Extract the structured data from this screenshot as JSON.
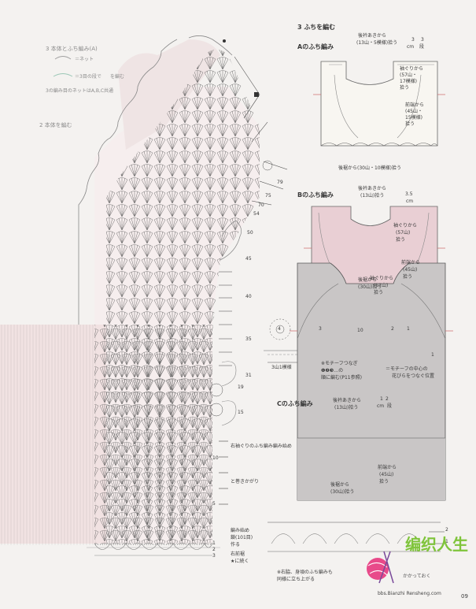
{
  "left_notes": {
    "title": "3 本体とふち編み(A)",
    "legend1": "＝ネット",
    "legend2": "＝3目の段で",
    "legend2b": "を編む",
    "legend3": "3の編み目のネットはA,B,C共通",
    "section": "2 本体を編む"
  },
  "row_numbers": [
    "79",
    "75",
    "70",
    "54",
    "50",
    "45",
    "40",
    "35",
    "31",
    "19",
    "15",
    "10",
    "5",
    "3",
    "2",
    "1"
  ],
  "left_annotations": {
    "armhole_start": "右袖ぐりのふち編み編み始め",
    "gather": "と巻きかがり",
    "start1": "編み始め",
    "start2": "鎖(101目)",
    "start3": "作る",
    "front": "右前裾",
    "front2": "★に続く"
  },
  "right_section": {
    "title": "3 ふちを編む",
    "a": {
      "label": "Aのふち編み",
      "top": "後衿あきから",
      "top2": "(13山・5模様)拾う",
      "rows": "3",
      "rows_unit": "cm",
      "rows_count": "3",
      "rows_count_unit": "段",
      "armhole1": "袖ぐりから",
      "armhole2": "(57山・",
      "armhole3": "17模様)",
      "armhole4": "拾う",
      "front1": "前端から",
      "front2": "(45山・",
      "front3": "15模様)",
      "front4": "拾う",
      "bottom": "後裾から(30山・10模様)拾う"
    },
    "b": {
      "label": "Bのふち編み",
      "top": "後衿あきから",
      "top2": "(13山)拾う",
      "size": "3.5",
      "size_unit": "cm",
      "armhole1": "袖ぐりから",
      "armhole2": "(57山)",
      "armhole3": "拾う",
      "front1": "前端から",
      "front2": "(45山)",
      "front3": "拾う",
      "bottom1": "後裾から",
      "bottom2": "(30山)拾う",
      "motif_label": "3山1模様",
      "motif_note1": "※モチーフつなぎ",
      "motif_note2": "❶❷❸…の",
      "motif_note3": "順に編む(P11参照)",
      "center_note1": "＝モチーフの中心の",
      "center_note2": "花びらをつなぐ位置",
      "motif_numbers": [
        "4",
        "3",
        "2",
        "1",
        "10"
      ],
      "row_marker": "1"
    },
    "c": {
      "label": "Cのふち編み",
      "top1": "後衿あきから",
      "top2": "(13山)拾う",
      "size": "1",
      "size2": "2",
      "size_unit": "cm",
      "size_unit2": "段",
      "armhole1": "袖ぐりから",
      "armhole2": "(57山)",
      "armhole3": "拾う",
      "front1": "前端から",
      "front2": "(45山)",
      "front3": "拾う",
      "bottom1": "後裾から",
      "bottom2": "(30山)拾う",
      "note1": "※右脇、身頃のふち編みも",
      "note2": "同様に立ち上がる",
      "row2": "2",
      "row1": "1"
    }
  },
  "watermark": {
    "chars": "编织人生",
    "url": "bbs.Bianzhi Rensheng.com",
    "small": "かかっておく"
  },
  "page_number": "09",
  "colors": {
    "pink_panel": "#e9cfd4",
    "gray_panel": "#c9c6c6",
    "cream_panel": "#f8f6f1",
    "ink": "#3a3a3a",
    "pink_shade": "#efdada",
    "logo_green": "#7fc43b",
    "logo_pink": "#e84a8a"
  }
}
